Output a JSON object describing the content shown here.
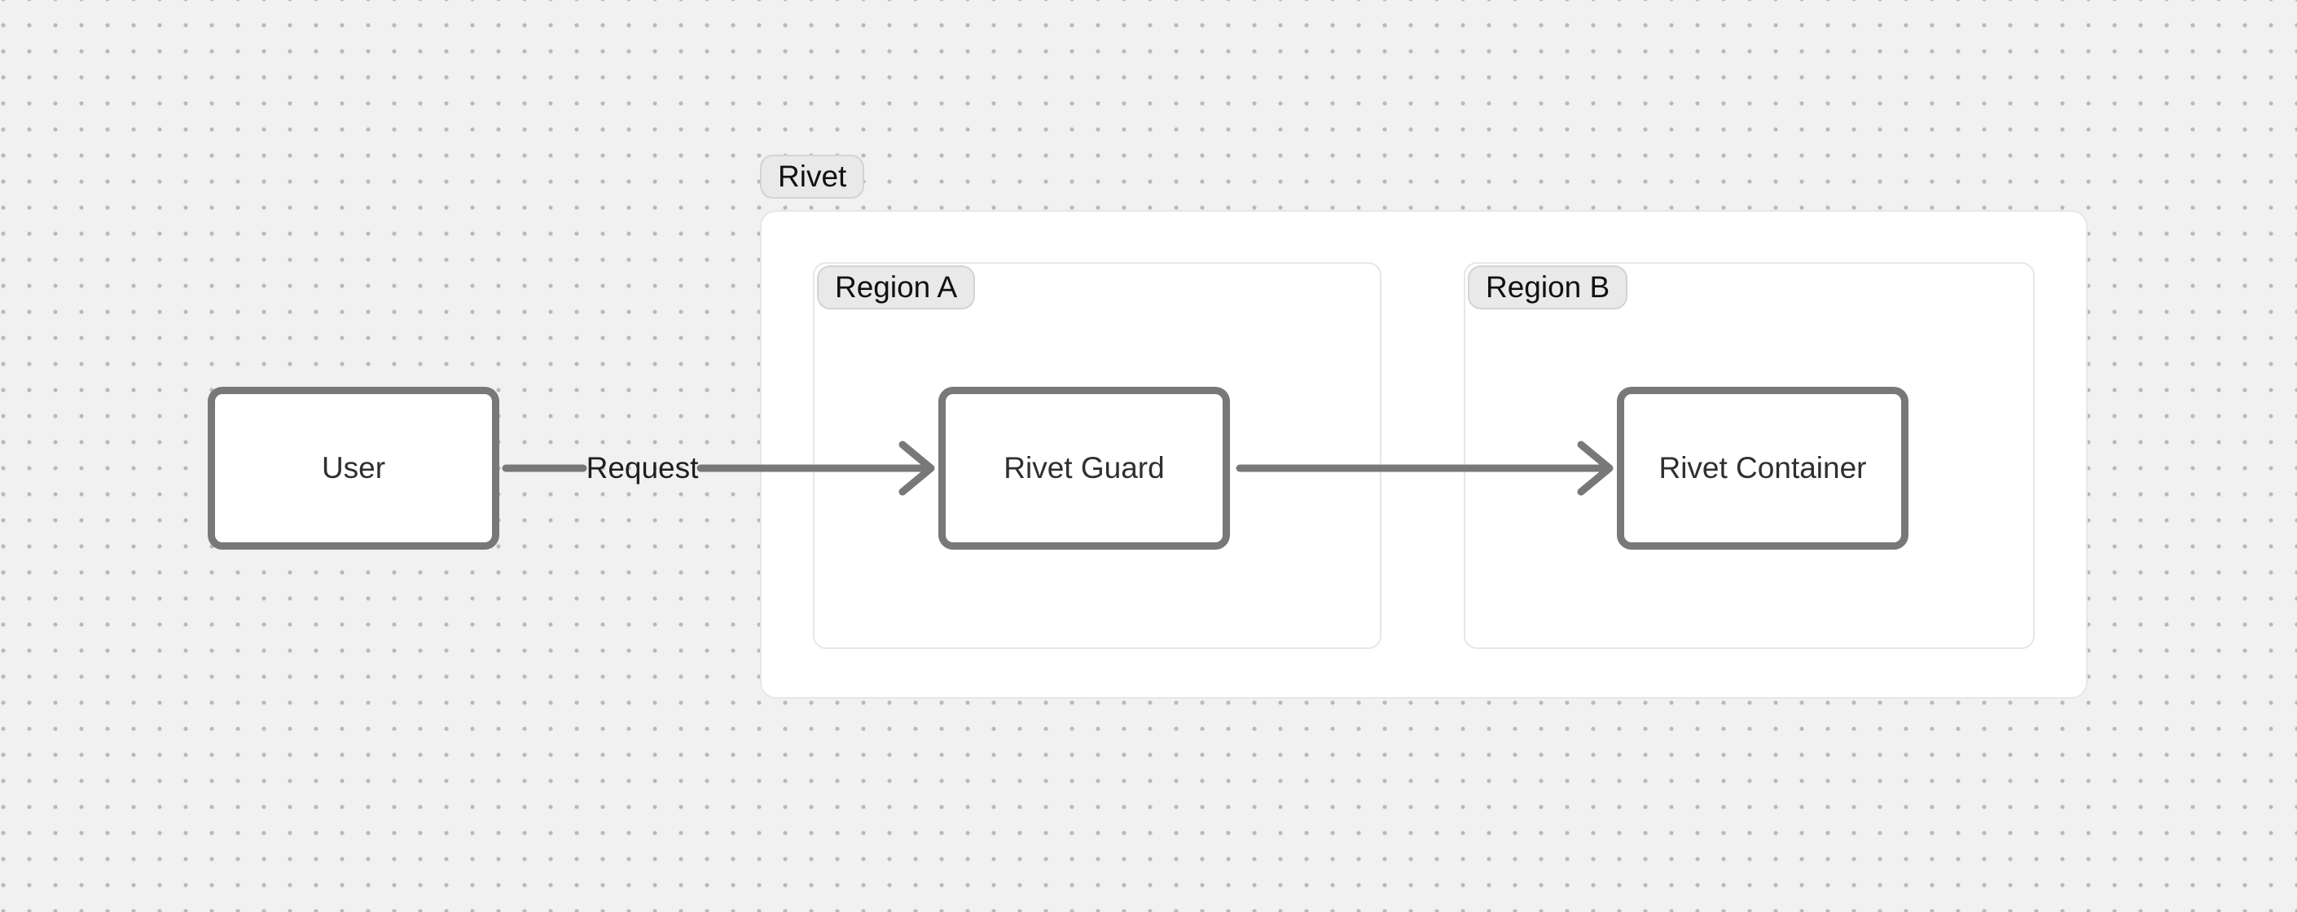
{
  "canvas": {
    "background": "#f1f1f1",
    "dot_color": "#b9b9b9"
  },
  "colors": {
    "node_border": "#787878",
    "arrow": "#787878",
    "group_border": "#e7e7e7",
    "pill_bg": "#e9e9e9",
    "pill_border": "#d3d3d3",
    "pill_text": "#111111",
    "node_text": "#2f2f2f",
    "edge_label_text": "#1f1f1f"
  },
  "groups": {
    "rivet": {
      "label": "Rivet"
    },
    "region_a": {
      "label": "Region A"
    },
    "region_b": {
      "label": "Region B"
    }
  },
  "nodes": {
    "user": {
      "label": "User"
    },
    "rivet_guard": {
      "label": "Rivet Guard"
    },
    "rivet_container": {
      "label": "Rivet Container"
    }
  },
  "edges": {
    "user_to_guard": {
      "label": "Request"
    },
    "guard_to_container": {
      "label": ""
    }
  }
}
